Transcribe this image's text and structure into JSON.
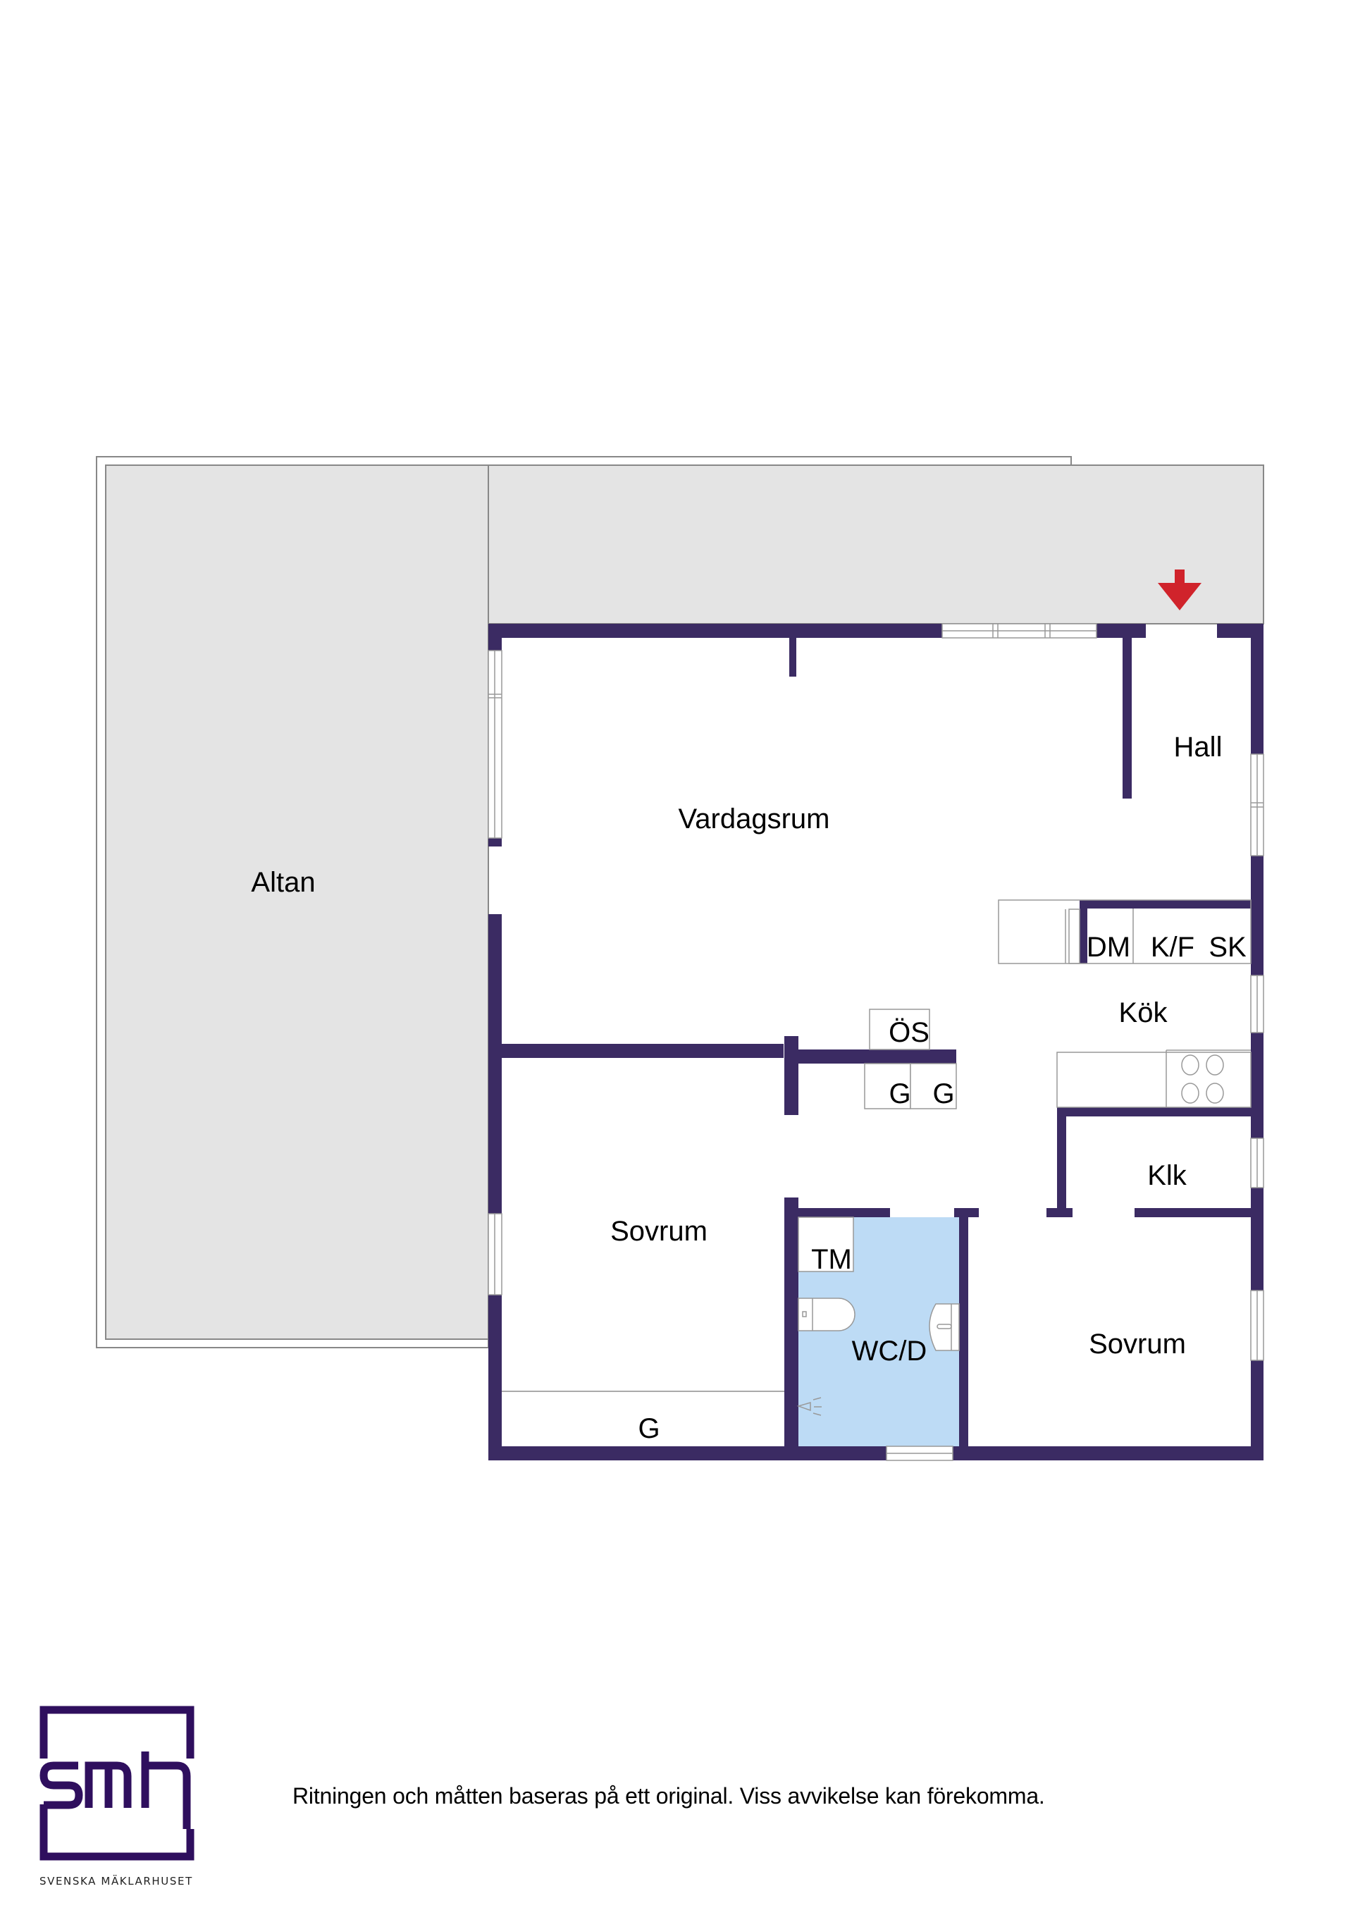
{
  "colors": {
    "wall": "#3b2b63",
    "terrace": "#e4e4e4",
    "bathroom": "#bddbf5",
    "entrance_arrow": "#d0232b",
    "logo": "#2f0f5e"
  },
  "rooms": {
    "altan": "Altan",
    "vardagsrum": "Vardagsrum",
    "hall": "Hall",
    "kok": "Kök",
    "klk": "Klk",
    "sovrum_left": "Sovrum",
    "sovrum_right": "Sovrum",
    "wc": "WC/D"
  },
  "fixtures": {
    "dm": "DM",
    "kf": "K/F",
    "sk": "SK",
    "os": "ÖS",
    "g1": "G",
    "g2": "G",
    "g_bedroom": "G",
    "tm": "TM"
  },
  "icons": {
    "entrance": "entrance-arrow-icon",
    "stove": "stove-icon",
    "toilet": "toilet-icon",
    "sink": "sink-icon",
    "shower": "shower-icon"
  },
  "footer": {
    "disclaimer": "Ritningen och måtten baseras på ett original. Viss avvikelse kan förekomma.",
    "logo_text": "smh",
    "logo_caption": "SVENSKA MÄKLARHUSET"
  }
}
